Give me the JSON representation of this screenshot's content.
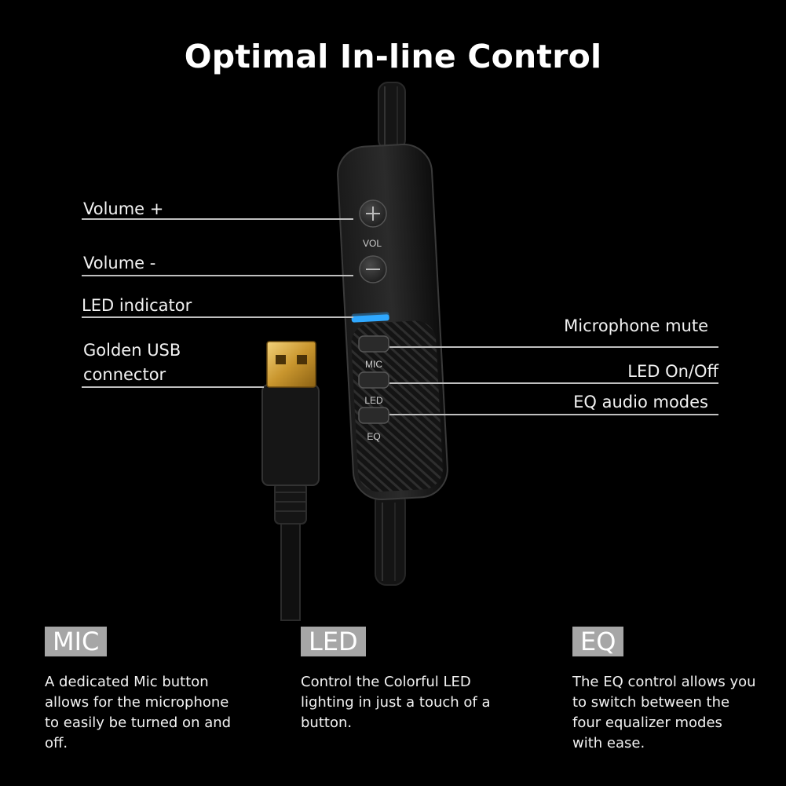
{
  "title": "Optimal In-line Control",
  "callouts": {
    "volume_up": "Volume +",
    "volume_down": "Volume -",
    "led_indicator": "LED indicator",
    "usb_line1": "Golden USB",
    "usb_line2": "connector",
    "mic_mute": "Microphone mute",
    "led_onoff": "LED On/Off",
    "eq_modes": "EQ audio modes"
  },
  "device": {
    "vol_label": "VOL",
    "mic_label": "MIC",
    "led_label": "LED",
    "eq_label": "EQ",
    "indicator_color": "#2fa8ff"
  },
  "features": [
    {
      "badge": "MIC",
      "lines": [
        "A dedicated Mic button",
        "allows for the microphone",
        "to easily be turned on and",
        "off."
      ]
    },
    {
      "badge": "LED",
      "lines": [
        "Control the Colorful LED",
        "lighting in just a touch of a",
        "button."
      ]
    },
    {
      "badge": "EQ",
      "lines": [
        "The EQ control allows you",
        "to switch between the",
        "four equalizer modes",
        "with ease."
      ]
    }
  ],
  "colors": {
    "background": "#000000",
    "badge": "#a6a6a6",
    "gold": "#d9b34a"
  }
}
